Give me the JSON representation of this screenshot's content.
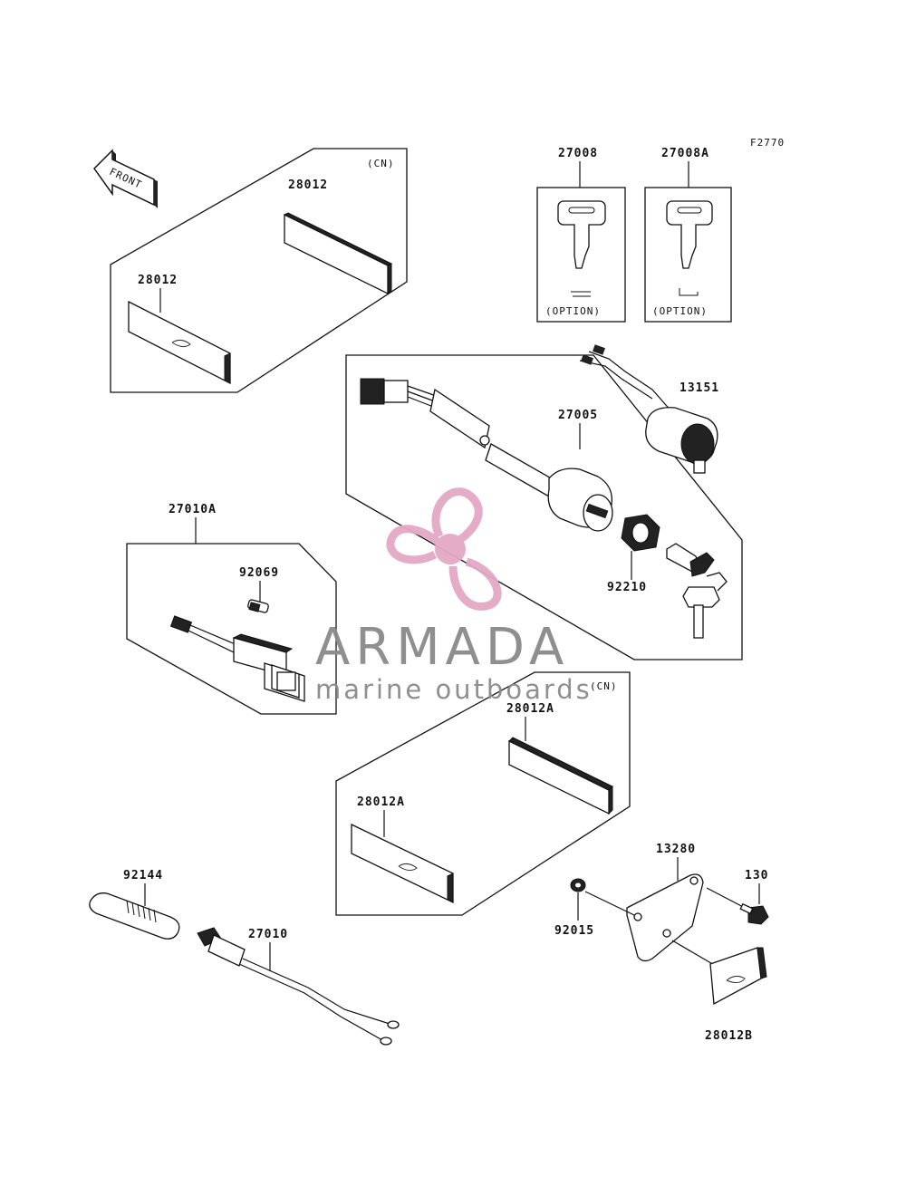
{
  "figure_code": "F2770",
  "front_arrow": {
    "label": "FRONT"
  },
  "groups": {
    "cn_top": "(CN)",
    "cn_bottom": "(CN)",
    "option_left": "(OPTION)",
    "option_right": "(OPTION)"
  },
  "part_labels": {
    "p28012_top": "28012",
    "p28012_left": "28012",
    "p27008": "27008",
    "p27008a": "27008A",
    "p13151": "13151",
    "p27005": "27005",
    "p92210": "92210",
    "p27010a": "27010A",
    "p92069": "92069",
    "p28012a_top": "28012A",
    "p28012a_left": "28012A",
    "p92144": "92144",
    "p27010": "27010",
    "p13280": "13280",
    "p130": "130",
    "p92015": "92015",
    "p28012b": "28012B"
  },
  "watermark": {
    "title": "ARMADA",
    "subtitle": "marine outboards",
    "logo_color": "#e3a8c4",
    "text_color": "#8a8a8a"
  }
}
